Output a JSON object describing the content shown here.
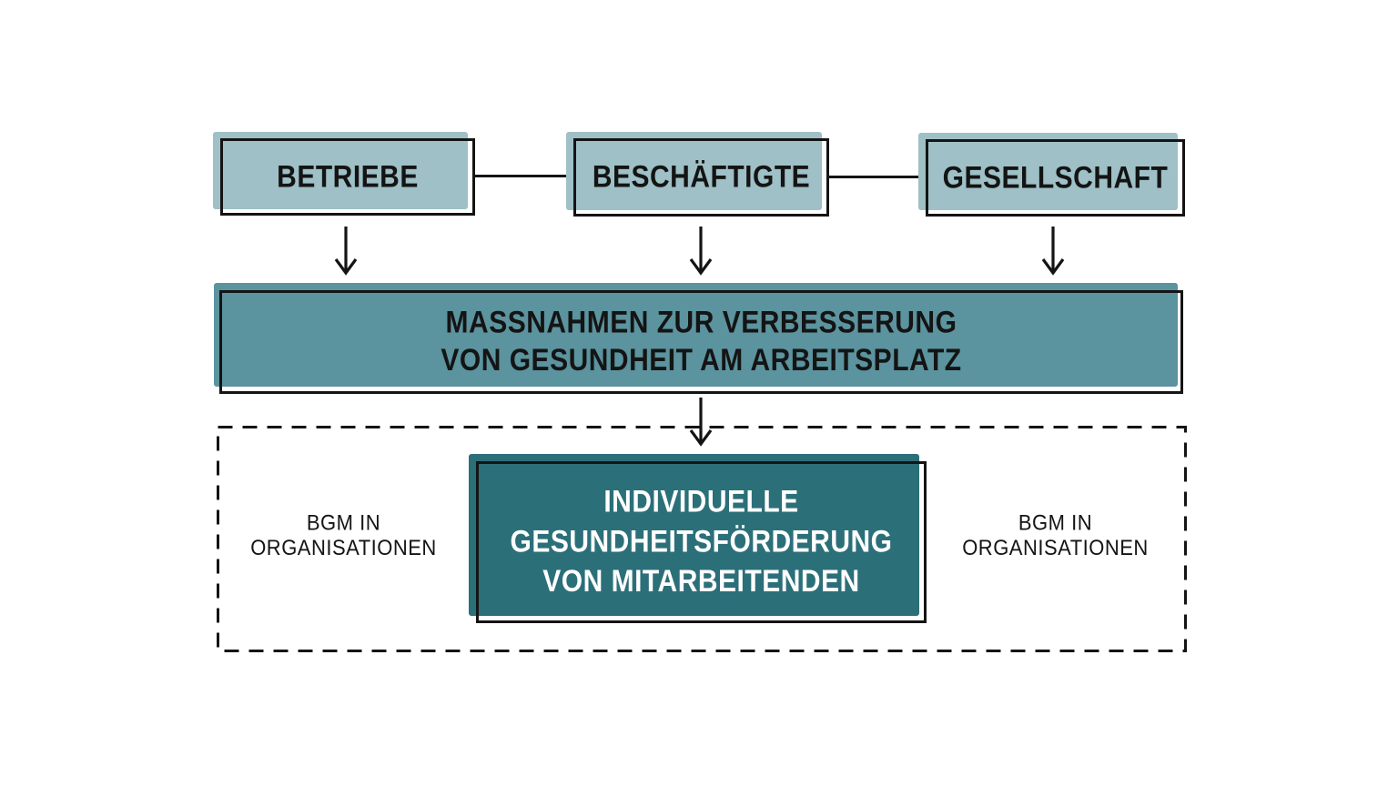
{
  "diagram": {
    "top_boxes": [
      {
        "label": "BETRIEBE"
      },
      {
        "label": "BESCHÄFTIGTE"
      },
      {
        "label": "GESELLSCHAFT"
      }
    ],
    "measures_box": {
      "line1": "MASSNAHMEN ZUR VERBESSERUNG",
      "line2": "VON GESUNDHEIT AM ARBEITSPLATZ"
    },
    "center_box": {
      "line1": "INDIVIDUELLE",
      "line2": "GESUNDHEITSFÖRDERUNG",
      "line3": "VON MITARBEITENDEN"
    },
    "side_label_left": {
      "line1": "BGM IN",
      "line2": "ORGANISATIONEN"
    },
    "side_label_right": {
      "line1": "BGM IN",
      "line2": "ORGANISATIONEN"
    },
    "colors": {
      "light_teal": "#9ec0c6",
      "medium_teal": "#5b939e",
      "dark_teal": "#2b6f79",
      "ink": "#141414",
      "text_on_dark": "#ffffff"
    }
  }
}
